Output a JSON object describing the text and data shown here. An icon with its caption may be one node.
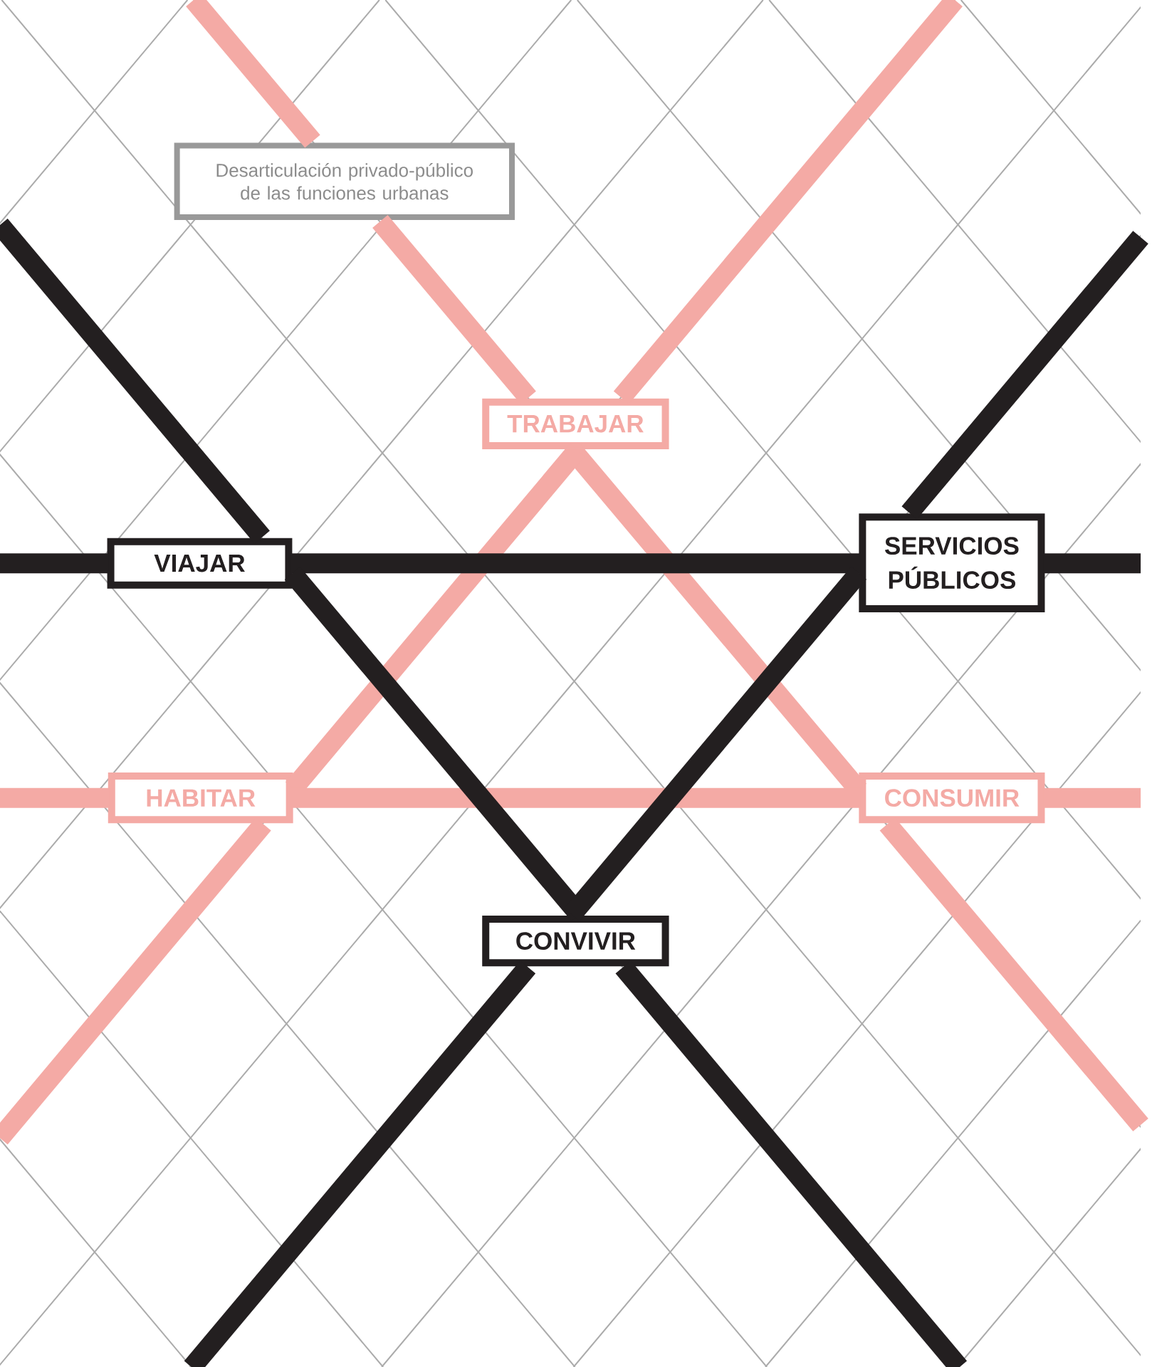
{
  "diagram": {
    "nodes": [
      {
        "text": [
          "Desarticulación privado-público de las funciones urbanas"
        ]
      },
      {
        "text": [
          "TRABAJAR"
        ]
      },
      {
        "text": [
          "VIAJAR"
        ]
      },
      {
        "text": [
          "SERVICIOS PÚBLICOS"
        ]
      },
      {
        "text": [
          "HABITAR"
        ]
      },
      {
        "text": [
          "CONSUMIR"
        ]
      },
      {
        "text": [
          "CONVIVIR"
        ]
      }
    ],
    "edges": [
      {
        "from": null,
        "to": 0,
        "arrow": "none",
        "color": "#f4aaa5"
      },
      {
        "from": 0,
        "to": 1,
        "arrow": "none",
        "color": "#f4aaa5"
      },
      {
        "from": null,
        "to": 1,
        "arrow": "none",
        "color": "#f4aaa5"
      },
      {
        "from": 1,
        "to": 5,
        "arrow": "none",
        "color": "#f4aaa5"
      },
      {
        "from": 1,
        "to": 4,
        "arrow": "none",
        "color": "#f4aaa5"
      },
      {
        "from": 4,
        "to": null,
        "arrow": "none",
        "color": "#f4aaa5"
      },
      {
        "from": 5,
        "to": null,
        "arrow": "none",
        "color": "#f4aaa5"
      },
      {
        "from": null,
        "to": 4,
        "arrow": "none",
        "color": "#f4aaa5"
      },
      {
        "from": 4,
        "to": 5,
        "arrow": "none",
        "color": "#f4aaa5"
      },
      {
        "from": 5,
        "to": null,
        "arrow": "none",
        "color": "#f4aaa5"
      },
      {
        "from": null,
        "to": 2,
        "arrow": "none",
        "color": "#231f20"
      },
      {
        "from": null,
        "to": 2,
        "arrow": "none",
        "color": "#231f20"
      },
      {
        "from": 2,
        "to": 3,
        "arrow": "none",
        "color": "#231f20"
      },
      {
        "from": 3,
        "to": null,
        "arrow": "none",
        "color": "#231f20"
      },
      {
        "from": null,
        "to": 3,
        "arrow": "none",
        "color": "#231f20"
      },
      {
        "from": 2,
        "to": 6,
        "arrow": "none",
        "color": "#231f20"
      },
      {
        "from": 3,
        "to": 6,
        "arrow": "none",
        "color": "#231f20"
      },
      {
        "from": 6,
        "to": null,
        "arrow": "none",
        "color": "#231f20"
      },
      {
        "from": 6,
        "to": null,
        "arrow": "none",
        "color": "#231f20"
      }
    ]
  }
}
